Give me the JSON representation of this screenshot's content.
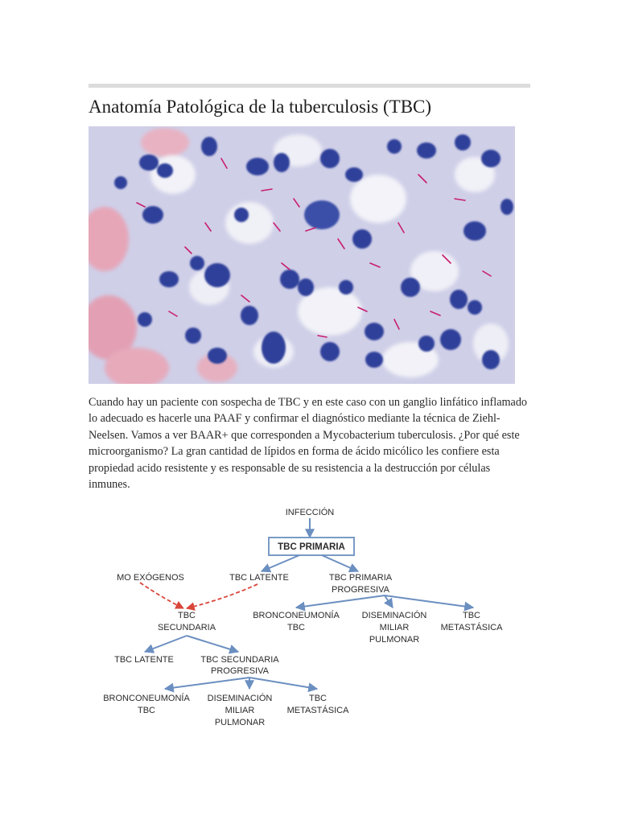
{
  "document": {
    "title": "Anatomía Patológica de la tuberculosis (TBC)",
    "paragraph": "Cuando hay un paciente con sospecha de TBC y en este caso con un ganglio linfático inflamado lo adecuado es hacerle una PAAF y confirmar el diagnóstico mediante la técnica de Ziehl-Neelsen. Vamos a ver BAAR+ que corresponden a Mycobacterium tuberculosis. ¿Por qué este microorganismo? La gran cantidad de lípidos en forma de ácido micólico les confiere esta propiedad acido resistente y es responsable de su resistencia a la destrucción por células inmunes."
  },
  "diagram": {
    "infection": "INFECCIÓN",
    "primary": "TBC PRIMARIA",
    "mo_exogenous": "MO EXÓGENOS",
    "latent_top": "TBC LATENTE",
    "primary_progressive_1": "TBC PRIMARIA",
    "primary_progressive_2": "PROGRESIVA",
    "secondary_1": "TBC",
    "secondary_2": "SECUNDARIA",
    "broncho_a_1": "BRONCONEUMONÍA",
    "broncho_a_2": "TBC",
    "dissem_a_1": "DISEMINACIÓN",
    "dissem_a_2": "MILIAR",
    "dissem_a_3": "PULMONAR",
    "metast_a_1": "TBC",
    "metast_a_2": "METASTÁSICA",
    "latent_bottom": "TBC LATENTE",
    "secondary_progressive_1": "TBC SECUNDARIA",
    "secondary_progressive_2": "PROGRESIVA",
    "broncho_b_1": "BRONCONEUMONÍA",
    "broncho_b_2": "TBC",
    "dissem_b_1": "DISEMINACIÓN",
    "dissem_b_2": "MILIAR",
    "dissem_b_3": "PULMONAR",
    "metast_b_1": "TBC",
    "metast_b_2": "METASTÁSICA"
  },
  "colors": {
    "arrow_blue": "#6b8fc0",
    "arrow_red": "#d9463a",
    "box_border": "#6b8fc0",
    "stain_background": "#d4d4ec",
    "stain_nuclei": "#2f3f9a",
    "stain_bacilli": "#c81e6e",
    "rule": "#dcdcdc"
  }
}
